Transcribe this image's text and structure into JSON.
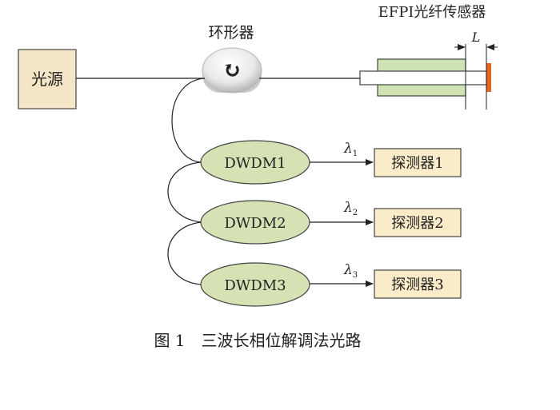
{
  "diagram": {
    "light_source_label": "光源",
    "circulator_label": "环形器",
    "circulator_symbol": "↻",
    "sensor_label": "EFPI光纤传感器",
    "cavity_length_label": "L",
    "dwdm": [
      {
        "label": "DWDM1",
        "wavelength_symbol": "λ",
        "wavelength_sub": "1",
        "detector_label": "探测器1"
      },
      {
        "label": "DWDM2",
        "wavelength_symbol": "λ",
        "wavelength_sub": "2",
        "detector_label": "探测器2"
      },
      {
        "label": "DWDM3",
        "wavelength_symbol": "λ",
        "wavelength_sub": "3",
        "detector_label": "探测器3"
      }
    ],
    "caption": "图 1　三波长相位解调法光路"
  },
  "colors": {
    "light_source_fill": "#f5e6c7",
    "detector_fill": "#faebc9",
    "dwdm_fill": "#d4e2b4",
    "sensor_fill": "#cfe3b3",
    "reflector": "#e8631b",
    "line": "#222222"
  }
}
